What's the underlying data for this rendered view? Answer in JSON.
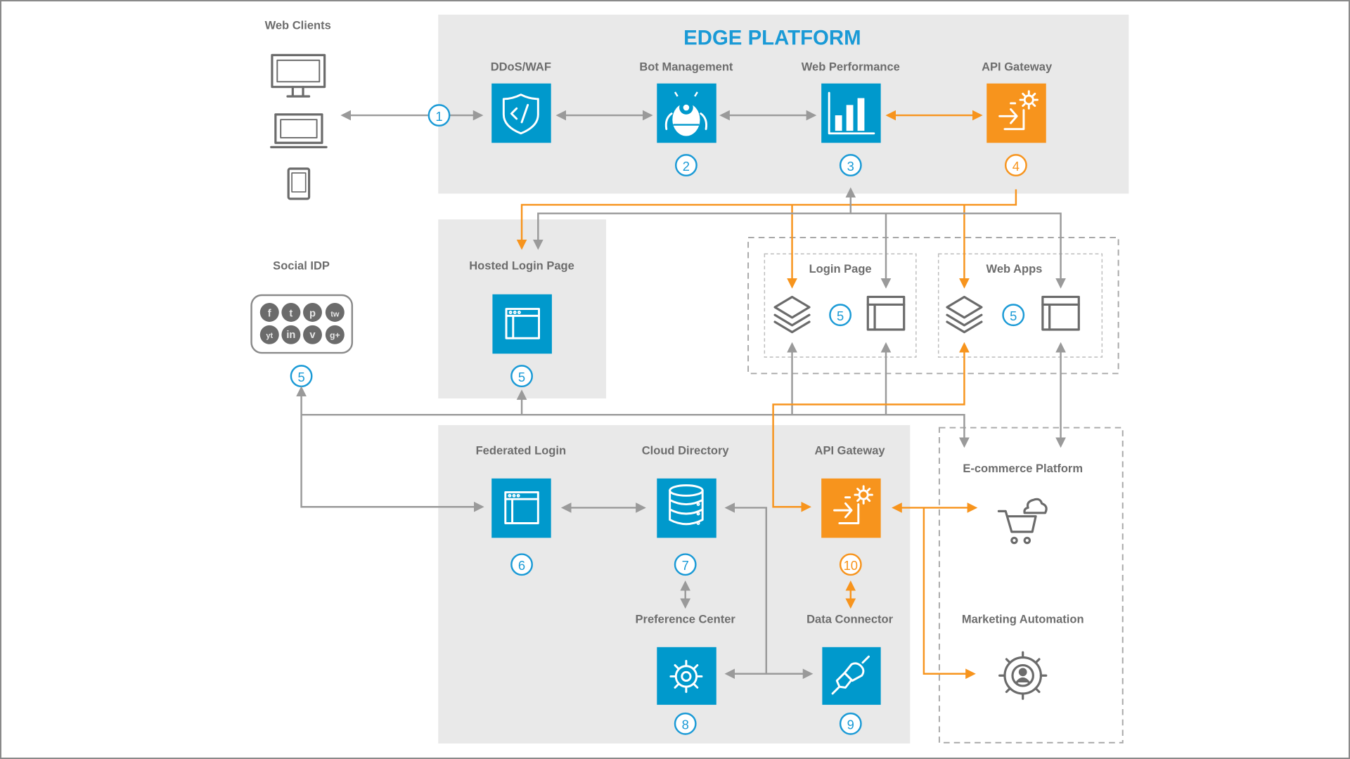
{
  "diagram": {
    "title": "EDGE PLATFORM",
    "colors": {
      "accent_blue": "#0099cc",
      "accent_orange": "#f7941d",
      "panel_gray": "#e9e9e9",
      "connector_gray": "#9a9a9a",
      "label_gray": "#6d6d6d"
    },
    "web_clients": {
      "label": "Web Clients",
      "icons": [
        "desktop-icon",
        "laptop-icon",
        "tablet-icon"
      ]
    },
    "edge_nodes": [
      {
        "label": "DDoS/WAF",
        "icon": "shield-code-icon",
        "badge": "1",
        "color": "blue"
      },
      {
        "label": "Bot Management",
        "icon": "robot-icon",
        "badge": "2",
        "color": "blue"
      },
      {
        "label": "Web Performance",
        "icon": "bar-chart-icon",
        "badge": "3",
        "color": "blue"
      },
      {
        "label": "API Gateway",
        "icon": "api-gateway-icon",
        "badge": "4",
        "color": "orange"
      }
    ],
    "social_idp": {
      "label": "Social IDP",
      "badge": "5",
      "networks": [
        "f",
        "t",
        "p",
        "tw",
        "yt",
        "in",
        "v",
        "g+"
      ]
    },
    "hosted_login": {
      "label": "Hosted Login Page",
      "icon": "browser-window-icon",
      "badge": "5"
    },
    "login_page": {
      "label": "Login Page",
      "badge": "5",
      "icons": [
        "layers-icon",
        "browser-window-icon"
      ]
    },
    "web_apps": {
      "label": "Web Apps",
      "badge": "5",
      "icons": [
        "layers-icon",
        "browser-window-icon"
      ]
    },
    "identity_nodes": [
      {
        "label": "Federated Login",
        "icon": "browser-window-icon",
        "badge": "6",
        "color": "blue"
      },
      {
        "label": "Cloud Directory",
        "icon": "database-icon",
        "badge": "7",
        "color": "blue"
      },
      {
        "label": "API Gateway",
        "icon": "api-gateway-icon",
        "badge": "10",
        "color": "orange"
      },
      {
        "label": "Preference Center",
        "icon": "gear-icon",
        "badge": "8",
        "color": "blue"
      },
      {
        "label": "Data Connector",
        "icon": "plug-icon",
        "badge": "9",
        "color": "blue"
      }
    ],
    "external": [
      {
        "label": "E-commerce Platform",
        "icon": "cart-cloud-icon"
      },
      {
        "label": "Marketing Automation",
        "icon": "gear-user-icon"
      }
    ]
  }
}
